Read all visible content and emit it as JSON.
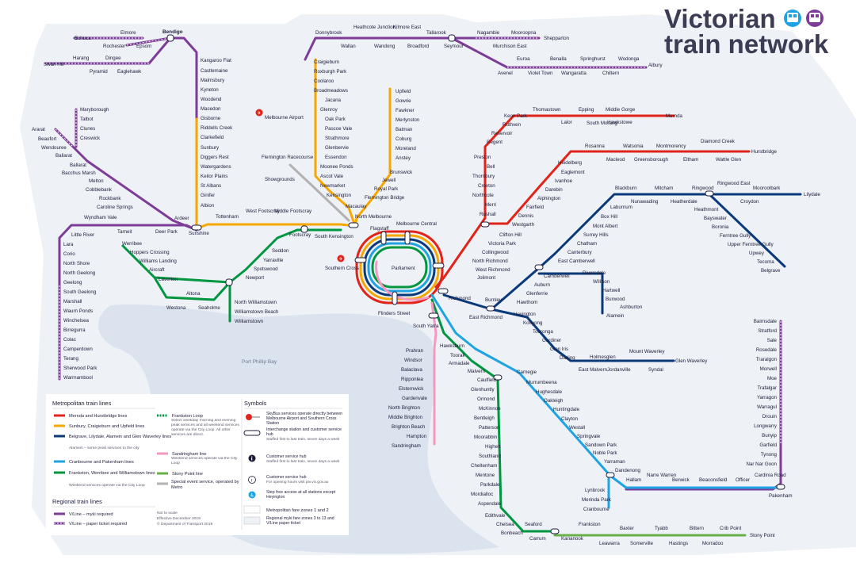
{
  "title": [
    "Victorian",
    "train network"
  ],
  "icons": {
    "metro": "metro-train-icon",
    "vline": "vline-train-icon",
    "airport": "airport-icon",
    "info": "customer-service-hub-icon",
    "accessible": "step-free-access-icon"
  },
  "colors": {
    "mernda": "#e2231a",
    "sunbury": "#f7a800",
    "belgrave": "#0a3a7a",
    "cranbourne": "#1fa3e2",
    "frankston": "#009640",
    "sandringham": "#f49ac1",
    "stony": "#69b04a",
    "vline": "#7d3c98",
    "special": "#b2b2b2",
    "land": "#eef1f6",
    "water": "#dbe3ee"
  },
  "water": {
    "port_phillip": "Port Phillip Bay"
  },
  "stations": {
    "vline_north": [
      "Echuca",
      "Elmore",
      "Rochester",
      "Bendigo",
      "Epsom",
      "Harang",
      "Dingee",
      "Pyramid",
      "Eaglehawk",
      "Swan Hill",
      "Kangaroo Flat",
      "Castlemaine",
      "Malmsbury",
      "Kyneton",
      "Woodend",
      "Macedon",
      "Gisborne",
      "Riddells Creek",
      "Clarkefield",
      "Diggers Rest",
      "Maryborough",
      "Talbot",
      "Clunes",
      "Creswick",
      "Ararat",
      "Beaufort",
      "Wendouree",
      "Ballarat",
      "Bacchus Marsh",
      "Melton",
      "Cobblebank",
      "Rockbank",
      "Caroline Springs",
      "Wyndham Vale",
      "Tarneit"
    ],
    "vline_ne": [
      "Donnybrook",
      "Wallan",
      "Heathcote Junction",
      "Kilmore East",
      "Broadford",
      "Wandong",
      "Tallarook",
      "Seymour",
      "Nagambie",
      "Mooroopna",
      "Shepparton",
      "Murchison East",
      "Euroa",
      "Avenel",
      "Violet Town",
      "Benalla",
      "Wangaratta",
      "Springhurst",
      "Chiltern",
      "Wodonga",
      "Albury"
    ],
    "craigieburn": [
      "Craigieburn",
      "Roxburgh Park",
      "Coolaroo",
      "Broadmeadows",
      "Jacana",
      "Glenroy",
      "Oak Park",
      "Pascoe Vale",
      "Strathmore",
      "Glenbervie",
      "Essendon",
      "Moonee Ponds",
      "Ascot Vale",
      "Newmarket",
      "Kensington"
    ],
    "upfield": [
      "Upfield",
      "Gowrie",
      "Fawkner",
      "Merlynston",
      "Batman",
      "Coburg",
      "Moreland",
      "Anstey",
      "Brunswick",
      "Jewell",
      "Royal Park",
      "Flemington Bridge",
      "Macaulay"
    ],
    "sunbury": [
      "Sunbury",
      "Watergardens",
      "Keilor Plains",
      "St Albans",
      "Ginifer",
      "Albion",
      "Sunshine",
      "Tottenham",
      "West Footscray",
      "Middle Footscray",
      "Footscray",
      "Ardeer",
      "Deer Park",
      "South Kensington",
      "North Melbourne"
    ],
    "city": [
      "Flagstaff",
      "Melbourne Central",
      "Parliament",
      "Southern Cross",
      "Flinders Street",
      "Richmond",
      "South Yarra",
      "Jolimont"
    ],
    "geelong": [
      "Little River",
      "Lara",
      "Corio",
      "North Shore",
      "North Geelong",
      "Geelong",
      "South Geelong",
      "Marshall",
      "Waurn Ponds",
      "Winchelsea",
      "Birregurra",
      "Colac",
      "Camperdown",
      "Terang",
      "Sherwood Park",
      "Warrnambool"
    ],
    "werribee": [
      "Werribee",
      "Hoppers Crossing",
      "Williams Landing",
      "Aircraft",
      "Laverton",
      "Altona",
      "Westona",
      "Seaholme",
      "Newport",
      "Seddon",
      "Yarraville",
      "Spotswood",
      "North Williamstown",
      "Williamstown Beach",
      "Williamstown"
    ],
    "airport": [
      "Melbourne Airport",
      "Flemington Racecourse",
      "Showgrounds"
    ],
    "mernda": [
      "Mernda",
      "Middle Gorge",
      "Hawkstowe",
      "Epping",
      "South Morang",
      "Thomastown",
      "Lalor",
      "Keon Park",
      "Ruthven",
      "Reservoir",
      "Regent",
      "Preston",
      "Bell",
      "Thornbury",
      "Croxton",
      "Northcote",
      "Merri",
      "Rushall",
      "Clifton Hill",
      "Victoria Park",
      "Collingwood",
      "North Richmond",
      "West Richmond"
    ],
    "hurstbridge": [
      "Hurstbridge",
      "Diamond Creek",
      "Wattle Glen",
      "Montmorency",
      "Eltham",
      "Greensborough",
      "Watsonia",
      "Rosanna",
      "Macleod",
      "Heidelberg",
      "Eaglemont",
      "Ivanhoe",
      "Darebin",
      "Alphington",
      "Fairfield",
      "Dennis",
      "Westgarth"
    ],
    "lilydale_belgrave": [
      "Lilydale",
      "Mooroolbark",
      "Croydon",
      "Ringwood East",
      "Ringwood",
      "Heathmont",
      "Bayswater",
      "Boronia",
      "Ferntree Gully",
      "Upper Ferntree Gully",
      "Upwey",
      "Tecoma",
      "Belgrave",
      "Heatherdale",
      "Mitcham",
      "Nunawading",
      "Blackburn",
      "Laburnum",
      "Box Hill",
      "Mont Albert",
      "Surrey Hills",
      "Chatham",
      "Canterbury",
      "East Camberwell",
      "Camberwell",
      "Riversdale",
      "Willison",
      "Hartwell",
      "Burwood",
      "Ashburton",
      "Alamein",
      "Auburn",
      "Glenferrie",
      "Hawthorn",
      "Burnley",
      "East Richmond"
    ],
    "glen_waverley": [
      "Heyington",
      "Kooyong",
      "Tooronga",
      "Gardiner",
      "Glen Iris",
      "Darling",
      "East Malvern",
      "Holmesglen",
      "Jordanville",
      "Mount Waverley",
      "Syndal",
      "Glen Waverley"
    ],
    "sandringham": [
      "Prahran",
      "Windsor",
      "Balaclava",
      "Ripponlea",
      "Elsternwick",
      "Gardenvale",
      "North Brighton",
      "Middle Brighton",
      "Brighton Beach",
      "Hampton",
      "Sandringham"
    ],
    "frankston": [
      "Hawksburn",
      "Toorak",
      "Armadale",
      "Malvern",
      "Caulfield",
      "Glenhuntly",
      "Ormond",
      "McKinnon",
      "Bentleigh",
      "Patterson",
      "Moorabbin",
      "Highett",
      "Southland",
      "Cheltenham",
      "Mentone",
      "Parkdale",
      "Mordialloc",
      "Aspendale",
      "Edithvale",
      "Chelsea",
      "Bonbeach",
      "Carrum",
      "Seaford",
      "Kananook",
      "Frankston"
    ],
    "cranbourne": [
      "Carnegie",
      "Murrumbeena",
      "Hughesdale",
      "Oakleigh",
      "Huntingdale",
      "Clayton",
      "Westall",
      "Springvale",
      "Sandown Park",
      "Noble Park",
      "Yarraman",
      "Dandenong",
      "Lynbrook",
      "Merinda Park",
      "Cranbourne",
      "Hallam",
      "Narre Warren",
      "Berwick",
      "Beaconsfield",
      "Officer",
      "Cardinia Road",
      "Pakenham"
    ],
    "stony_point": [
      "Leawarra",
      "Baxter",
      "Somerville",
      "Tyabb",
      "Hastings",
      "Bittern",
      "Morradoo",
      "Crib Point",
      "Stony Point"
    ],
    "gippsland": [
      "Bairnsdale",
      "Stratford",
      "Sale",
      "Rosedale",
      "Traralgon",
      "Morwell",
      "Moe",
      "Trafalgar",
      "Yarragon",
      "Warragul",
      "Drouin",
      "Longwarry",
      "Bunyip",
      "Garfield",
      "Tynong",
      "Nar Nar Goon"
    ]
  },
  "legend": {
    "heading": "Metropolitan train lines",
    "lines": [
      {
        "label": "Mernda and Hurstbridge lines",
        "color": "#e2231a"
      },
      {
        "label": "Sunbury, Craigieburn and Upfield lines",
        "color": "#f7a800"
      },
      {
        "label": "Belgrave, Lilydale, Alamein and Glen Waverley lines",
        "color": "#0a3a7a",
        "note": "Alamein – some peak services to the city"
      },
      {
        "label": "Cranbourne and Pakenham lines",
        "color": "#1fa3e2"
      },
      {
        "label": "Frankston, Werribee and Williamstown lines",
        "color": "#009640",
        "note": "Weekend services operate via the City Loop"
      }
    ],
    "lines2": [
      {
        "label": "Frankston Loop",
        "note": "Select weekday morning and evening peak services and all weekend services operate via the City Loop. All other services are direct."
      },
      {
        "label": "Sandringham line",
        "note": "Weekend services operate via the City Loop",
        "color": "#f49ac1"
      },
      {
        "label": "Stony Point line",
        "color": "#69b04a"
      },
      {
        "label": "Special event service, operated by Metro",
        "color": "#b2b2b2"
      }
    ],
    "regional_heading": "Regional train lines",
    "regional": [
      {
        "label": "V/Line – myki required"
      },
      {
        "label": "V/Line – paper ticket required"
      }
    ],
    "footer": [
      "Not to scale",
      "Effective December 2019",
      "© Department of Transport 2019"
    ],
    "symbols_heading": "Symbols",
    "symbols": [
      {
        "label": "SkyBus services operate directly between Melbourne Airport and Southern Cross Station"
      },
      {
        "label": "Interchange station and customer service hub",
        "note": "Staffed first to last train, seven days a week"
      },
      {
        "label": "Customer service hub",
        "note": "Staffed first to last train, seven days a week"
      },
      {
        "label": "Customer service hub",
        "note": "For opening hours visit ptv.vic.gov.au"
      },
      {
        "label": "Step free access at all stations except Heyington"
      },
      {
        "label": "Metropolitan fare zones 1 and 2"
      },
      {
        "label": "Regional myki fare zones 3 to 13 and V/Line paper ticket"
      }
    ]
  }
}
